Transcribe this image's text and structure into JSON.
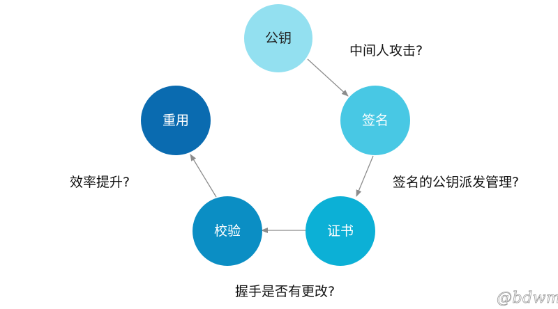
{
  "nodes": [
    {
      "id": "pubkey",
      "label": "公钥",
      "color": "#93e0f0",
      "text_color": "#222222"
    },
    {
      "id": "signature",
      "label": "签名",
      "color": "#48c8e4",
      "text_color": "#ffffff"
    },
    {
      "id": "certificate",
      "label": "证书",
      "color": "#0cb0d6",
      "text_color": "#ffffff"
    },
    {
      "id": "verify",
      "label": "校验",
      "color": "#0b8ec4",
      "text_color": "#ffffff"
    },
    {
      "id": "reuse",
      "label": "重用",
      "color": "#0a6bb0",
      "text_color": "#ffffff"
    }
  ],
  "edges": [
    {
      "from": "pubkey",
      "to": "signature"
    },
    {
      "from": "signature",
      "to": "certificate"
    },
    {
      "from": "certificate",
      "to": "verify"
    },
    {
      "from": "verify",
      "to": "reuse"
    }
  ],
  "annotations": {
    "mitm": "中间人攻击?",
    "key_distribution": "签名的公钥派发管理?",
    "handshake_change": "握手是否有更改?",
    "efficiency": "效率提升?"
  },
  "watermark": "@bdwms",
  "arrow_color": "#8c8c8c"
}
